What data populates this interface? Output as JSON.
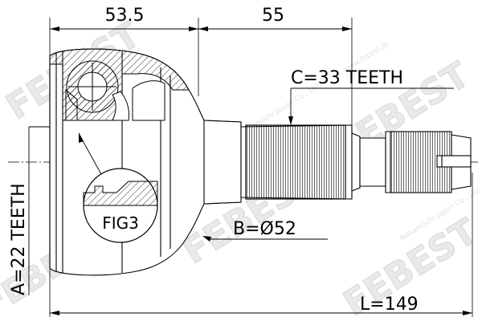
{
  "dimensions": {
    "housing_length": "53.5",
    "shaft_length": "55",
    "c_spline": "C=33 TEETH",
    "a_spline": "A=22 TEETH",
    "b_diameter": "B=Ø52",
    "total_length": "L=149"
  },
  "figure_label": "FIG3",
  "watermark": {
    "brand": "FEBEST",
    "company": "Nakamochi Japan Co., Ltd",
    "url": "www.febest.jp"
  },
  "colors": {
    "line": "#000000",
    "hatch": "#000000",
    "watermark": "#e3e3e3"
  }
}
